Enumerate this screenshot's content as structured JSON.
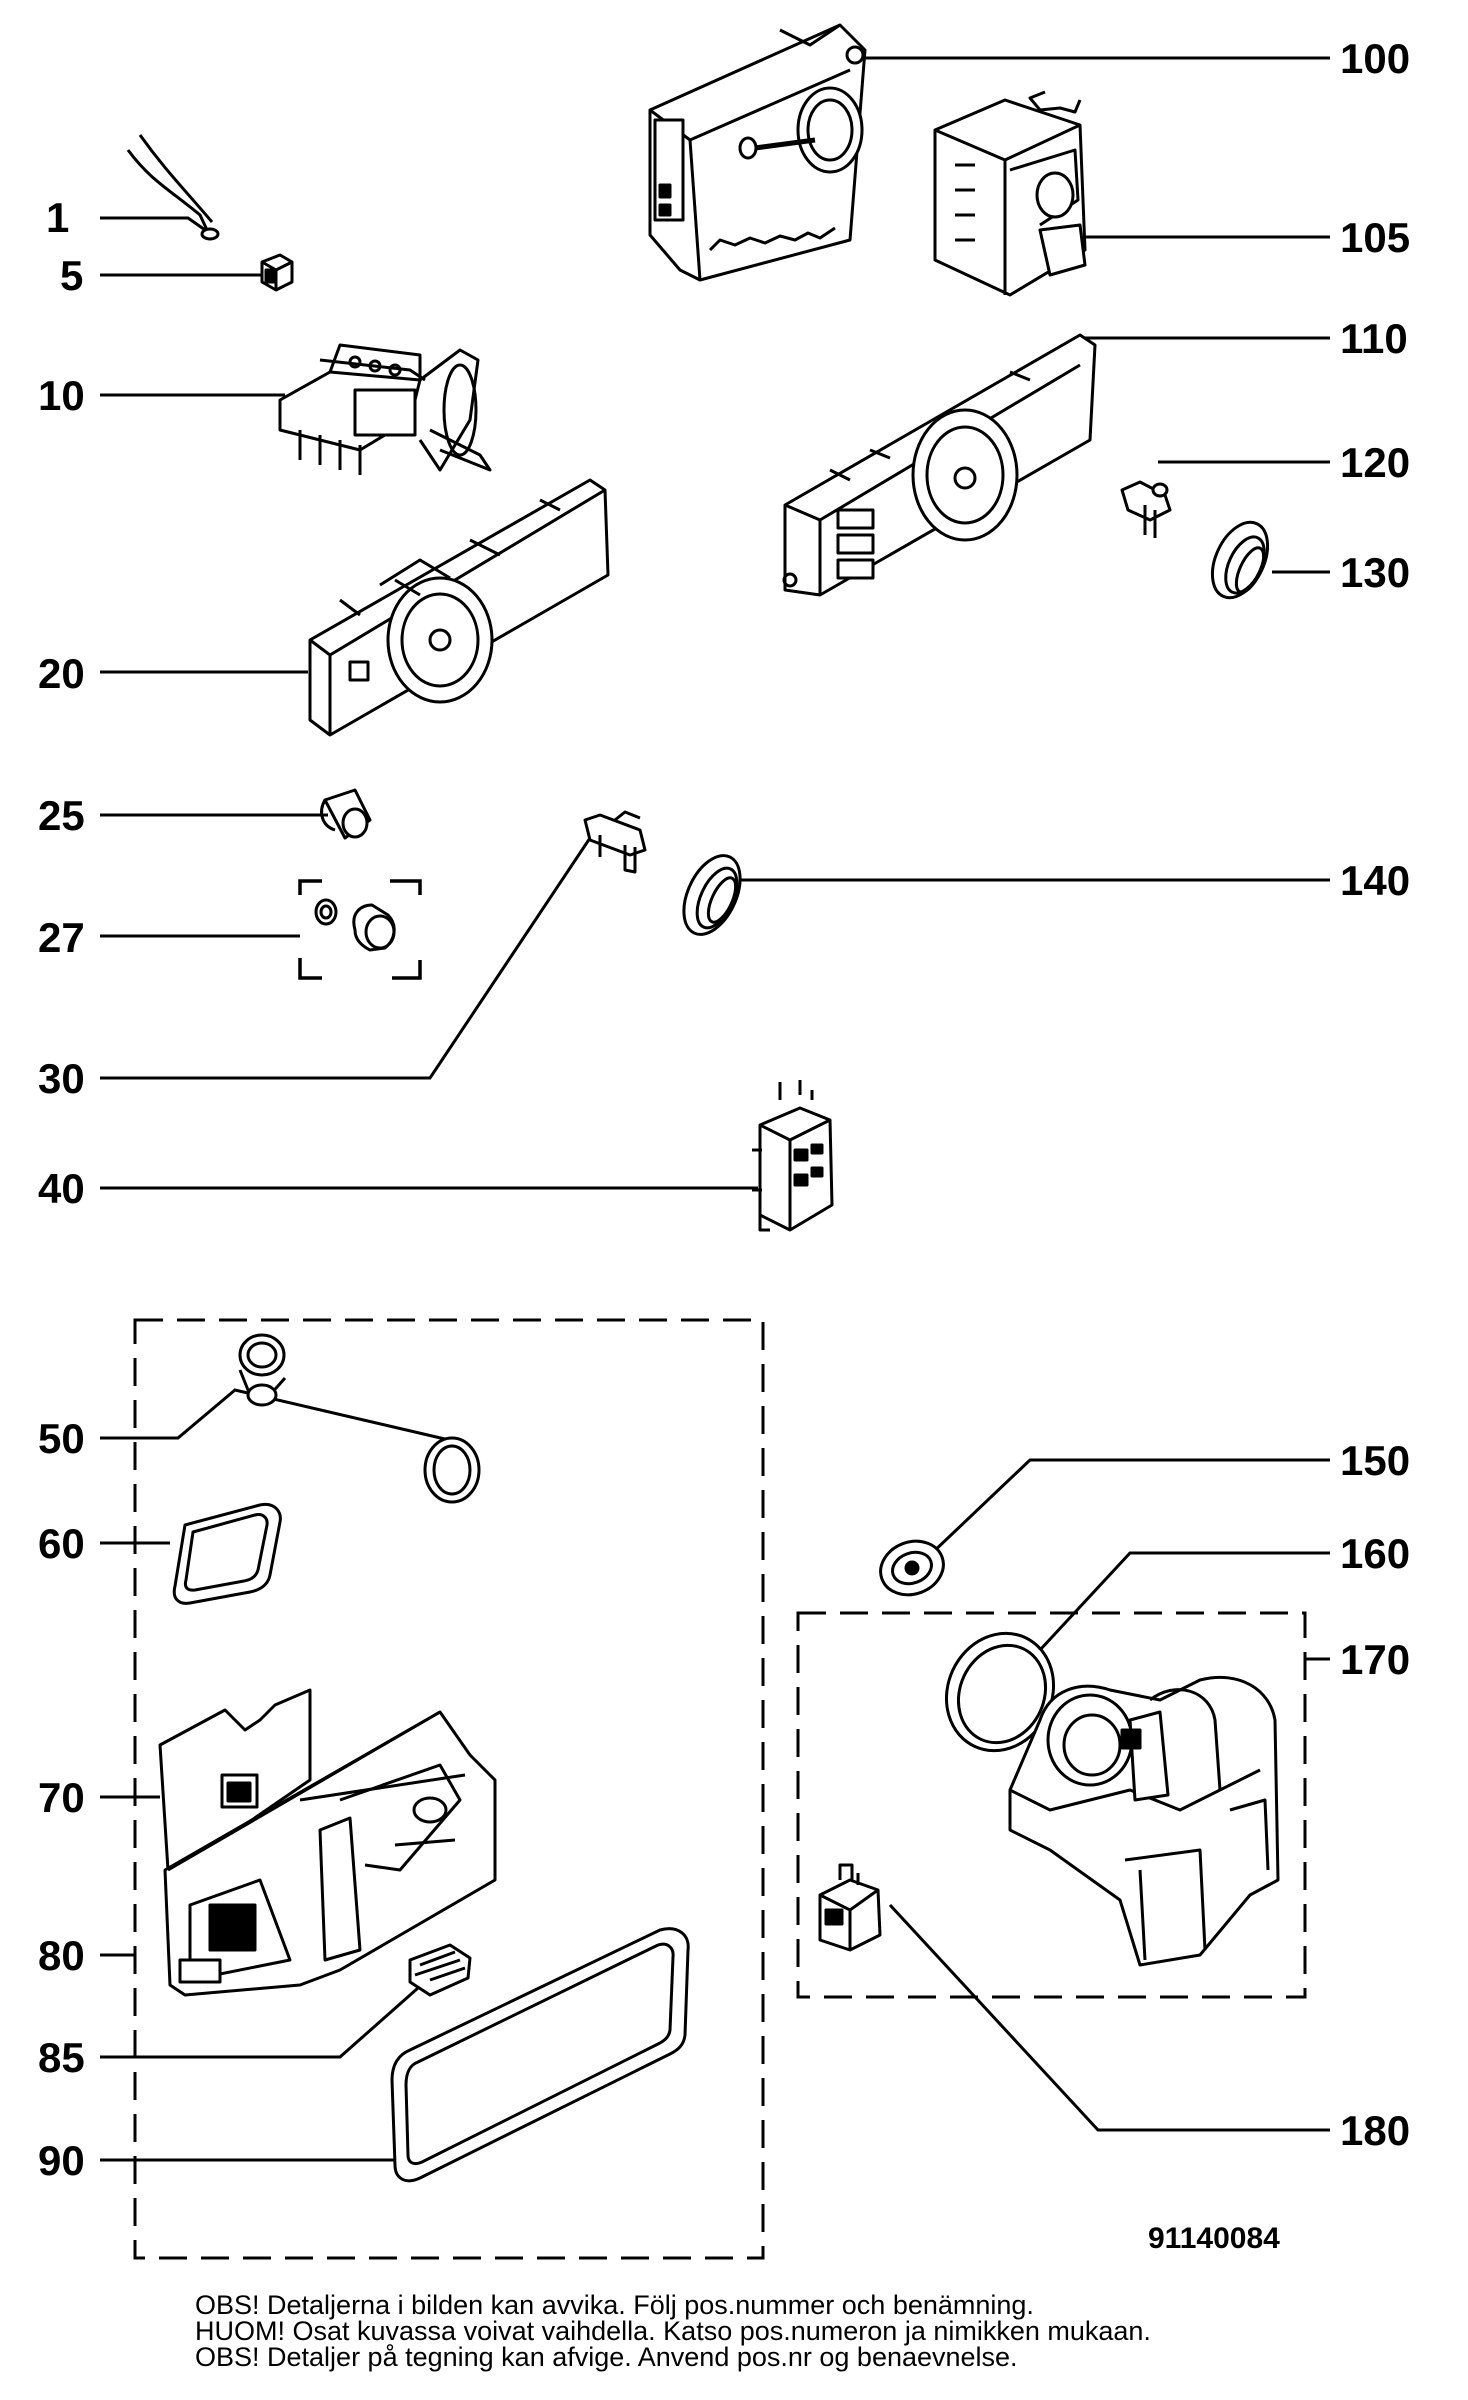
{
  "labels": {
    "l1": "1",
    "l5": "5",
    "l10": "10",
    "l20": "20",
    "l25": "25",
    "l27": "27",
    "l30": "30",
    "l40": "40",
    "l50": "50",
    "l60": "60",
    "l70": "70",
    "l80": "80",
    "l85": "85",
    "l90": "90",
    "l100": "100",
    "l105": "105",
    "l110": "110",
    "l120": "120",
    "l130": "130",
    "l140": "140",
    "l150": "150",
    "l160": "160",
    "l170": "170",
    "l180": "180"
  },
  "drawing_number": "91140084",
  "notes": [
    "OBS! Detaljerna i bilden kan avvika. Följ pos.nummer och benämning.",
    "HUOM! Osat kuvassa voivat vaihdella. Katso pos.numeron ja nimikken mukaan.",
    "OBS! Detaljer på tegning kan afvige. Anvend pos.nr og benaevnelse."
  ]
}
